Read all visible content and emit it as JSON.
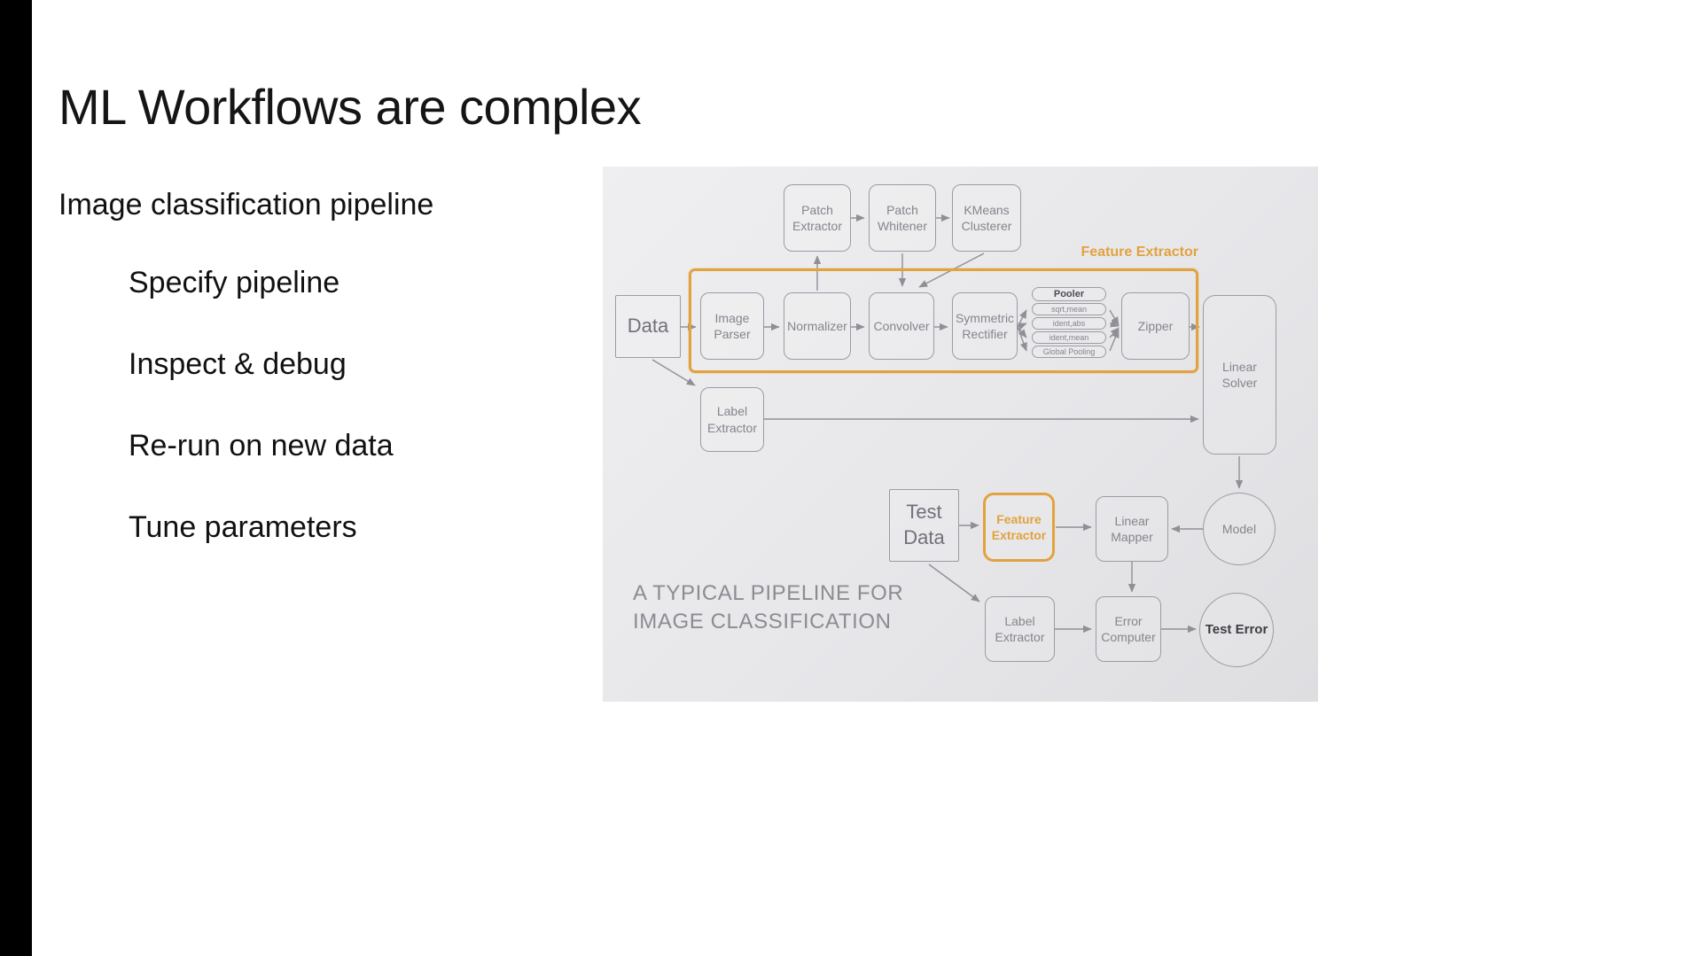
{
  "slide": {
    "title": "ML Workflows are complex",
    "subtitle": "Image classification pipeline",
    "bullets": [
      "Specify pipeline",
      "Inspect & debug",
      "Re-run on new data",
      "Tune parameters"
    ]
  },
  "diagram": {
    "feature_extractor_label": "Feature Extractor",
    "caption": {
      "line1": "A TYPICAL PIPELINE FOR",
      "line2": "IMAGE CLASSIFICATION"
    },
    "accent_color": "#e2a23e",
    "nodes": {
      "patch_extractor": "Patch Extractor",
      "patch_whitener": "Patch Whitener",
      "kmeans_clusterer": "KMeans Clusterer",
      "data": "Data",
      "image_parser": "Image Parser",
      "normalizer": "Normalizer",
      "convolver": "Convolver",
      "symmetric_rectifier": "Symmetric Rectifier",
      "zipper": "Zipper",
      "linear_solver": "Linear Solver",
      "label_extractor_top": "Label Extractor",
      "model": "Model",
      "test_data": "Test Data",
      "feature_extractor": "Feature Extractor",
      "linear_mapper": "Linear Mapper",
      "label_extractor_bottom": "Label Extractor",
      "error_computer": "Error Computer",
      "test_error": "Test Error"
    },
    "pooler": {
      "title": "Pooler",
      "options": [
        "sqrt,mean",
        "ident,abs",
        "ident,mean",
        "Global Pooling"
      ]
    }
  }
}
